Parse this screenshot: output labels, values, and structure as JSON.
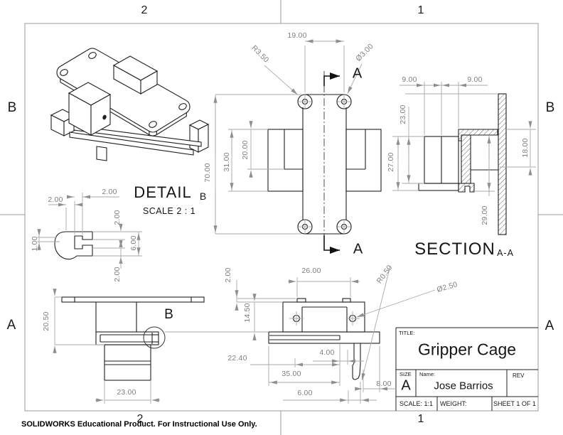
{
  "sheet": {
    "zone_labels": {
      "top_2": "2",
      "top_1": "1",
      "bottom_2": "2",
      "bottom_1": "1",
      "left_b": "B",
      "left_a": "A",
      "right_b": "B",
      "right_a": "A"
    },
    "footer": "SOLIDWORKS Educational Product. For Instructional Use Only."
  },
  "views": {
    "front": {
      "dim_width_top": "19.00",
      "dim_corner_radius": "R3.50",
      "dim_hole_dia": "Ø3.00",
      "dim_overall_height": "70.00",
      "dim_mid_height": "31.00",
      "dim_pocket_height": "20.00",
      "section_arrow": "A"
    },
    "section": {
      "title": "SECTION",
      "view_ref": "A-A",
      "dim_left": "9.00",
      "dim_right": "9.00",
      "dim_23": "23.00",
      "dim_27": "27.00",
      "dim_18": "18.00",
      "dim_29": "29.00"
    },
    "detail": {
      "title": "DETAIL",
      "view_ref": "B",
      "scale_note": "SCALE 2 : 1",
      "dim_2_left": "2.00",
      "dim_2_top": "2.00",
      "dim_2_upper": "2.00",
      "dim_6": "6.00",
      "dim_2_lower": "2.00",
      "dim_1": "1.00"
    },
    "side": {
      "detail_ref": "B",
      "dim_height": "20.50",
      "dim_width": "23.00"
    },
    "bottom": {
      "dim_26": "26.00",
      "dim_r": "R0.50",
      "dim_hole": "Ø2.50",
      "dim_2": "2.00",
      "dim_14_5": "14.50",
      "dim_22_4": "22.40",
      "dim_4": "4.00",
      "dim_35": "35.00",
      "dim_6": "6.00",
      "dim_8": "8.00"
    }
  },
  "title_block": {
    "title_label": "TITLE:",
    "title": "Gripper Cage",
    "size_label": "SIZE",
    "size": "A",
    "name_label": "Name:",
    "name": "Jose Barrios",
    "rev_label": "REV",
    "scale": "SCALE: 1:1",
    "weight_label": "WEIGHT:",
    "sheet_info": "SHEET 1 OF 1"
  }
}
